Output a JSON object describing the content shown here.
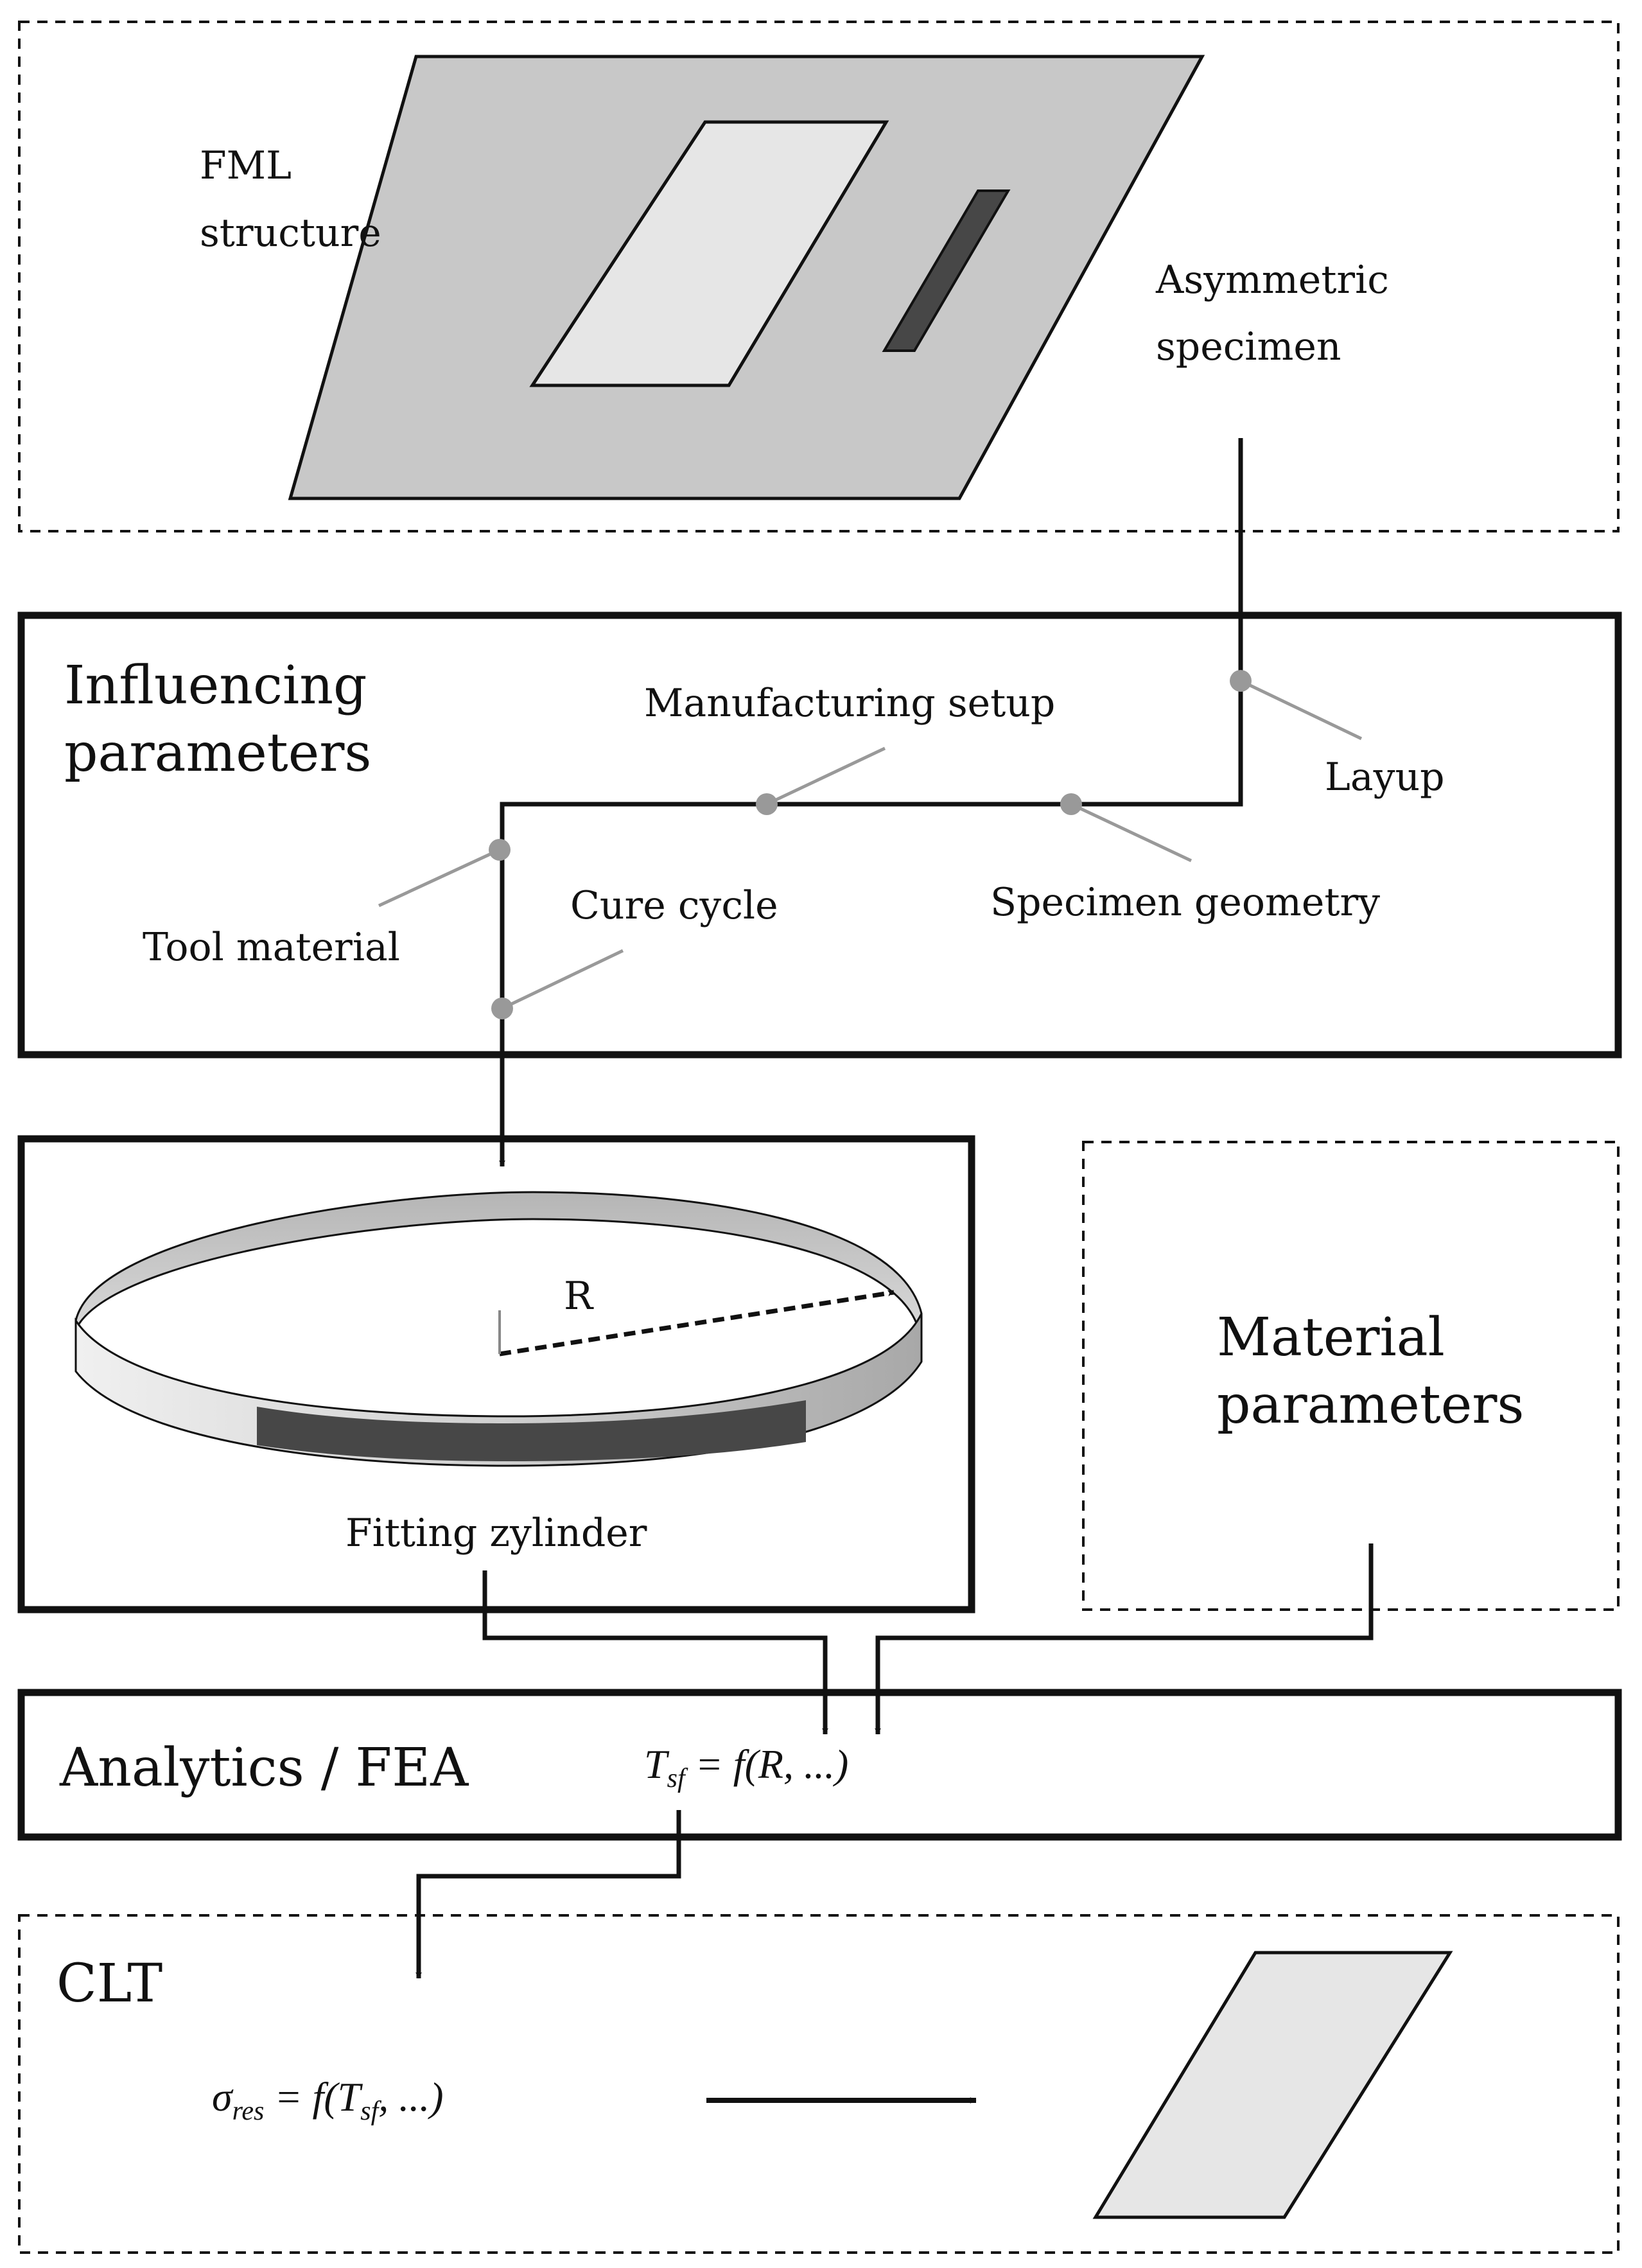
{
  "top_panel": {
    "label_line1": "FML",
    "label_line2": "structure",
    "specimen_line1": "Asymmetric",
    "specimen_line2": "specimen"
  },
  "influencing": {
    "title_line1": "Influencing",
    "title_line2": "parameters",
    "manufacturing_setup": "Manufacturing setup",
    "layup": "Layup",
    "tool_material": "Tool material",
    "cure_cycle": "Cure cycle",
    "specimen_geometry": "Specimen geometry"
  },
  "fitting": {
    "radius_label": "R",
    "caption": "Fitting zylinder"
  },
  "material": {
    "title_line1": "Material",
    "title_line2": "parameters"
  },
  "analytics": {
    "title": "Analytics / FEA",
    "formula_lhs": "T",
    "formula_sub": "sf",
    "formula_rhs": " = f(R, ...)"
  },
  "clt": {
    "title": "CLT",
    "formula_lhs": "σ",
    "formula_sub": "res",
    "formula_mid": " = f(T",
    "formula_sub2": "sf",
    "formula_rhs": ", ...)"
  },
  "colors": {
    "plate_gray": "#c8c8c8",
    "light_gray": "#e6e6e6",
    "dark_gray": "#474747",
    "node_gray": "#999999",
    "line": "#111111"
  }
}
